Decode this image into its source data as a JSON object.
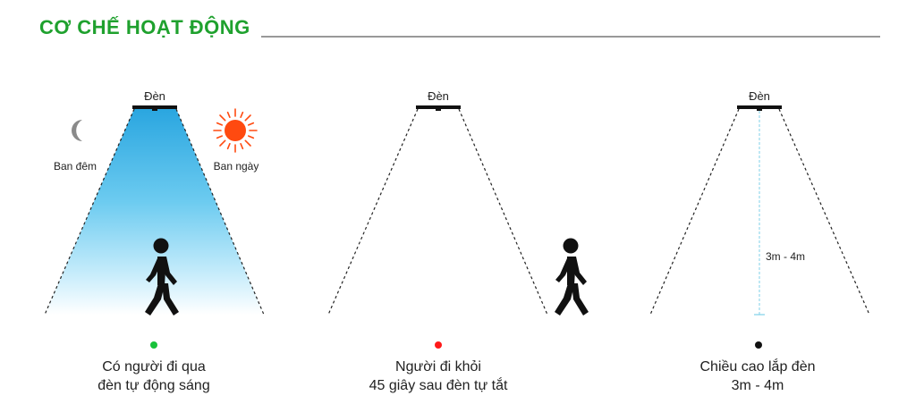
{
  "title": "CƠ CHẾ HOẠT ĐỘNG",
  "colors": {
    "title": "#1fa12e",
    "beam_top": "#2aa6e0",
    "beam_bottom": "#ffffff",
    "sun": "#ff4a10",
    "moon": "#8a8a8a",
    "dot_green": "#18c23a",
    "dot_red": "#ff1a1a",
    "dot_black": "#111111",
    "measure_line": "#7fd0e8"
  },
  "panels": [
    {
      "lamp_label": "Đèn",
      "night_label": "Ban đêm",
      "day_label": "Ban ngày",
      "caption_line1": "Có người đi qua",
      "caption_line2": "đèn tự động sáng",
      "status": "green"
    },
    {
      "lamp_label": "Đèn",
      "caption_line1": "Người đi khỏi",
      "caption_line2": "45 giây sau đèn tự tắt",
      "status": "red"
    },
    {
      "lamp_label": "Đèn",
      "height_label": "3m - 4m",
      "caption_line1": "Chiều cao lắp đèn",
      "caption_line2": "3m - 4m",
      "status": "black"
    }
  ]
}
